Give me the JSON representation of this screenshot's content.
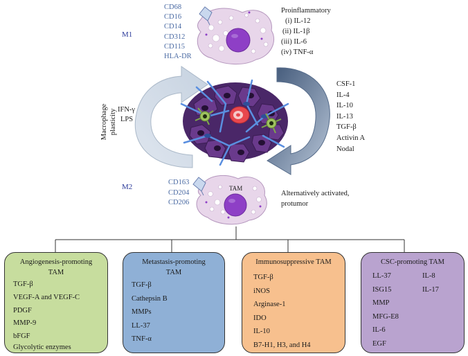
{
  "m1": {
    "label": "M1",
    "markers": [
      "CD68",
      "CD16",
      "CD14",
      "CD312",
      "CD115",
      "HLA-DR"
    ],
    "proinflammatory_title": "Proinflammatory",
    "cytokines": [
      "(i) IL-12",
      "(ii) IL-1β",
      "(iii) IL-6",
      "(iv) TNF-α"
    ]
  },
  "m2": {
    "label": "M2",
    "markers": [
      "CD163",
      "CD204",
      "CD206"
    ],
    "cell_label": "TAM",
    "description_line1": "Alternatively activated,",
    "description_line2": "protumor"
  },
  "plasticity": {
    "line1": "Macrophage",
    "line2": "plasticity",
    "m1_stimuli": [
      "IFN-γ",
      "LPS"
    ],
    "m2_stimuli": [
      "CSF-1",
      "IL-4",
      "IL-10",
      "IL-13",
      "TGF-β",
      "Activin A",
      "Nodal"
    ]
  },
  "boxes": [
    {
      "title_line1": "Angiogenesis-promoting",
      "title_line2": "TAM",
      "color": "#c7dd9e",
      "items": [
        "TGF-β",
        "VEGF-A and VEGF-C",
        "PDGF",
        "MMP-9",
        "bFGF",
        "Glycolytic enzymes"
      ]
    },
    {
      "title_line1": "Metastasis-promoting",
      "title_line2": "TAM",
      "color": "#8fb0d6",
      "items": [
        "TGF-β",
        "Cathepsin B",
        "MMPs",
        "LL-37",
        "TNF-α"
      ]
    },
    {
      "title_line1": "Immunosuppressive TAM",
      "title_line2": "",
      "color": "#f7c08e",
      "items": [
        "TGF-β",
        "iNOS",
        "Arginase-1",
        "IDO",
        "IL-10",
        "B7-H1, H3, and H4"
      ]
    },
    {
      "title_line1": "CSC-promoting TAM",
      "title_line2": "",
      "color": "#b9a3cf",
      "items": [
        "LL-37",
        "ISG15",
        "MMP",
        "MFG-E8",
        "IL-6",
        "EGF"
      ],
      "items_col2": [
        "IL-8",
        "IL-17"
      ]
    }
  ],
  "colors": {
    "cell_fill": "#e9d5ea",
    "nucleus": "#8e3fc6",
    "tumor": "#5b2f7a",
    "arrow_light": "#cfd9e6",
    "arrow_dark": "#6f87a8"
  }
}
